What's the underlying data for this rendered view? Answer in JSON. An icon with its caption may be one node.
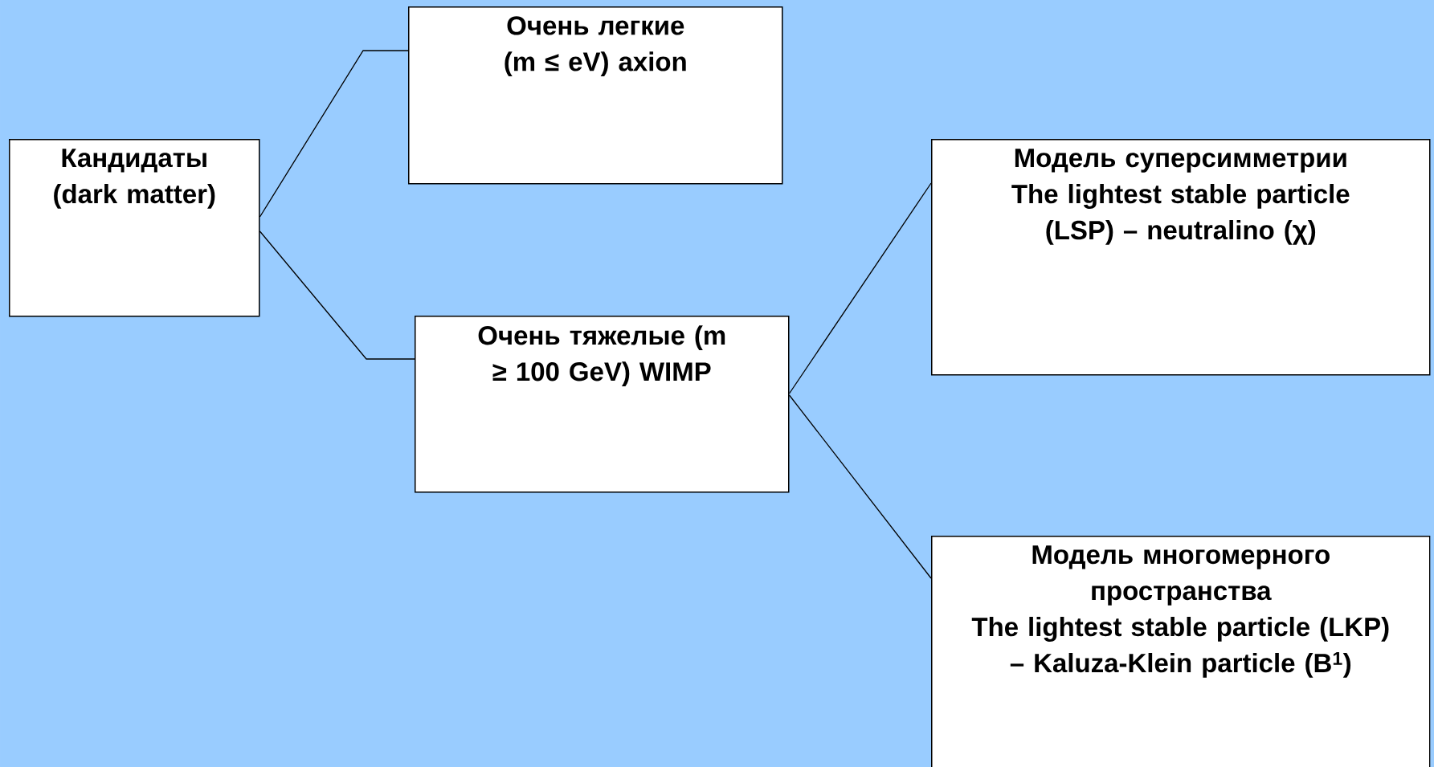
{
  "diagram": {
    "nodes": [
      {
        "text": [
          "Кандидаты (dark matter)"
        ]
      },
      {
        "text": [
          "Очень легкие (m ≤ eV) axion"
        ]
      },
      {
        "text": [
          "Очень тяжелые (m ≥ 100 GeV) WIMP"
        ]
      },
      {
        "text": [
          "Модель суперсимметрии",
          "The lightest stable particle (LSP) – neutralino (χ)"
        ]
      },
      {
        "text": [
          "Модель многомерного пространства",
          "The lightest stable particle (LKP) – Kaluza-Klein particle (B$^{1}$)"
        ]
      }
    ],
    "edges": [
      {
        "from": 0,
        "to": 1,
        "arrow": "none"
      },
      {
        "from": 0,
        "to": 2,
        "arrow": "none"
      },
      {
        "from": 2,
        "to": 3,
        "arrow": "none"
      },
      {
        "from": 2,
        "to": 4,
        "arrow": "none"
      }
    ]
  }
}
